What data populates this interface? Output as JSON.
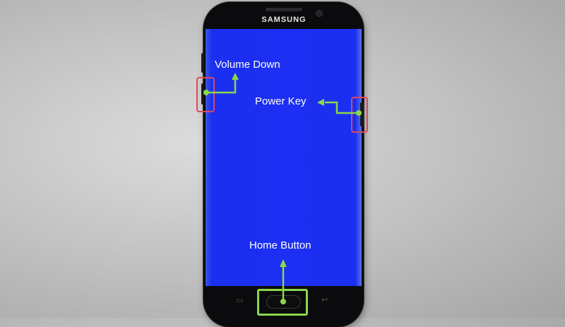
{
  "device": {
    "brand": "SAMSUNG",
    "screen_color": "#1d2ff2"
  },
  "annotations": {
    "volume_down": {
      "label": "Volume Down",
      "highlight_color": "#e0485e"
    },
    "power_key": {
      "label": "Power Key",
      "highlight_color": "#e0485e"
    },
    "home_button": {
      "label": "Home Button",
      "highlight_color": "#8ad84a"
    }
  },
  "nav_bar": {
    "recent_apps_icon": "▭",
    "back_icon": "↩"
  },
  "arrow_color": "#8ad84a"
}
